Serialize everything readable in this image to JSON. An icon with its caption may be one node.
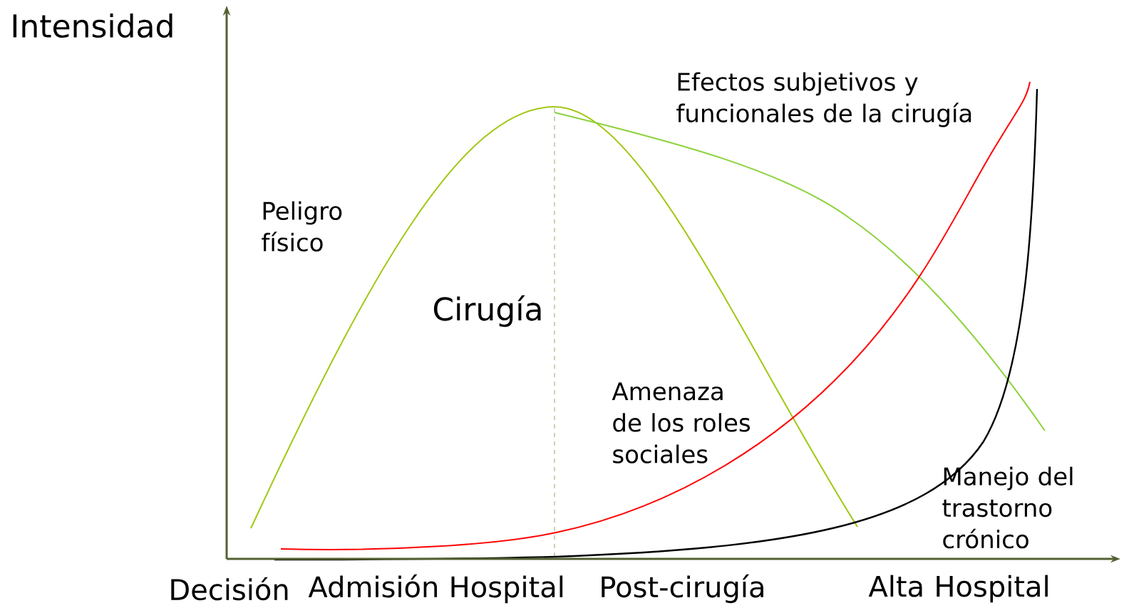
{
  "diagram": {
    "labels": [
      "Intensidad",
      "Efectos subjetivos y funcionales de la cirugía",
      "Peligro físico",
      "Cirugía",
      "Amenaza de los roles sociales",
      "Manejo del trastorno crónico",
      "Decisión",
      "Admisión Hospital",
      "Post-cirugía",
      "Alta Hospital"
    ]
  }
}
